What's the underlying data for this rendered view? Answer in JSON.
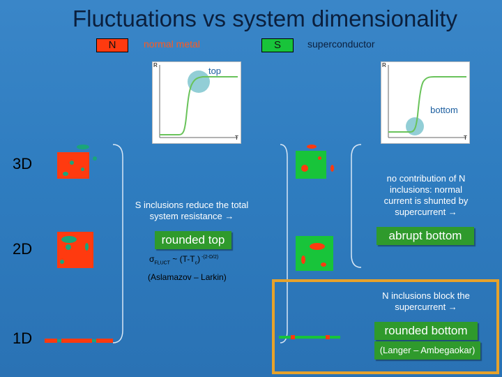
{
  "title": "Fluctuations vs system dimensionality",
  "legend": {
    "n_box": "N",
    "n_text": "normal metal",
    "s_box": "S",
    "s_text": "superconductor"
  },
  "plots": {
    "left": {
      "axis_y": "R",
      "axis_x": "T",
      "label": "top"
    },
    "right": {
      "axis_y": "R",
      "axis_x": "T",
      "label": "bottom"
    }
  },
  "dims": {
    "d3": "3D",
    "d2": "2D",
    "d1": "1D"
  },
  "middle": {
    "note": "S inclusions reduce the total system resistance →",
    "heading": "rounded top",
    "formula_sigma": "σ",
    "formula_sub": "FLUCT",
    "formula_mid": " ~ (T-T",
    "formula_c": "c",
    "formula_close": ")",
    "formula_exp": " -(2-D/2)",
    "citation": "(Aslamazov – Larkin)"
  },
  "right": {
    "note": "no contribution of N inclusions: normal current is shunted by supercurrent →",
    "heading": "abrupt bottom",
    "note_1d": "N inclusions block the supercurrent →",
    "heading_1d": "rounded bottom",
    "citation_1d": "(Langer – Ambegaokar)"
  },
  "colors": {
    "normal_metal": "#ff3a0f",
    "superconductor": "#18c43a",
    "background": "#2f7dc0",
    "frame": "#e6a22b",
    "inclusion_teal": "#1aa57a"
  }
}
